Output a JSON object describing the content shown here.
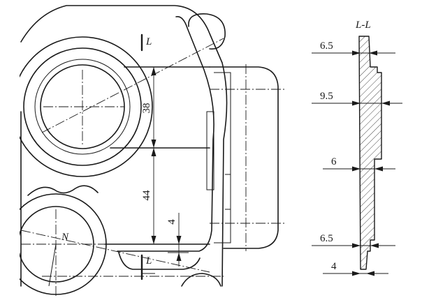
{
  "main_view": {
    "dimensions": [
      "38",
      "44",
      "4"
    ],
    "section_marks": [
      "L",
      "L"
    ],
    "point_label": "N"
  },
  "section_view": {
    "title": "L-L",
    "thicknesses": [
      "6.5",
      "9.5",
      "6",
      "6.5",
      "4"
    ]
  }
}
